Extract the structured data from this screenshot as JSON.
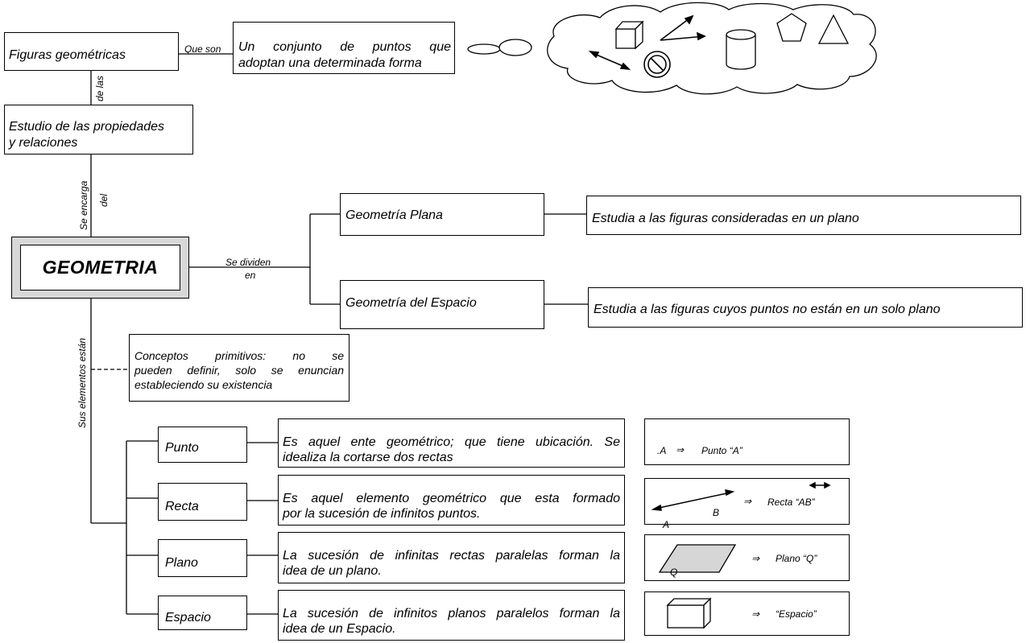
{
  "nodes": {
    "figuras": "Figuras geométricas",
    "conjunto_l1": "Un conjunto de puntos que",
    "conjunto_l2": "adoptan una determinada forma",
    "estudio_l1": "Estudio de las propiedades",
    "estudio_l2": "y relaciones",
    "geometria": "GEOMETRIA",
    "plana": "Geometría Plana",
    "plana_desc": "Estudia a las figuras consideradas en un plano",
    "espacio_geo": "Geometría del Espacio",
    "espacio_geo_desc": "Estudia a las figuras cuyos puntos no están en un solo plano",
    "conceptos_l1": "Conceptos primitivos: no se",
    "conceptos_l2": "pueden definir, solo se enuncian",
    "conceptos_l3": "estableciendo su existencia"
  },
  "links": {
    "que_son": "Que son",
    "de_las": "de las",
    "se_encarga": "Se encarga",
    "del": "del",
    "se_dividen": "Se dividen",
    "en": "en",
    "sus_elementos": "Sus elementos están"
  },
  "elements": [
    {
      "name": "Punto",
      "desc_l1": "Es aquel ente geométrico; que tiene ubicación. Se",
      "desc_l2": "idealiza la cortarse dos rectas",
      "example": "Punto “A”",
      "point_label": "A"
    },
    {
      "name": "Recta",
      "desc_l1": "Es aquel elemento geométrico que esta formado",
      "desc_l2": "por la sucesión de infinitos puntos.",
      "example": "Recta “AB”",
      "label_a": "A",
      "label_b": "B"
    },
    {
      "name": "Plano",
      "desc_l1": "La sucesión de infinitas rectas paralelas forman la",
      "desc_l2": "idea de un plano.",
      "example": "Plano “Q”",
      "label_q": "Q"
    },
    {
      "name": "Espacio",
      "desc_l1": "La sucesión de infinitos planos paralelos forman la",
      "desc_l2": "idea de un Espacio.",
      "example": "“Espacio”"
    }
  ],
  "implies_symbol": "⇒"
}
